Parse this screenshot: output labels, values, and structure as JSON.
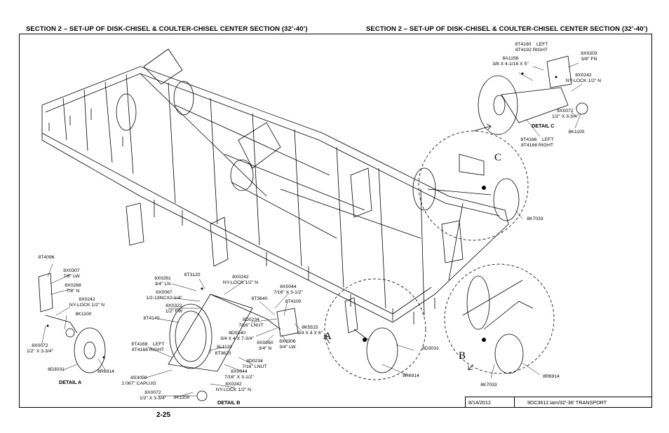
{
  "header": {
    "left_title": "SECTION 2 – SET-UP OF DISK-CHISEL & COULTER-CHISEL CENTER SECTION (32’-40’)",
    "right_title": "SECTION 2 – SET-UP OF DISK-CHISEL & COULTER-CHISEL CENTER SECTION (32’-40’)"
  },
  "details": {
    "a": "DETAIL  A",
    "b": "DETAIL  B",
    "c": "DETAIL  C"
  },
  "callouts": {
    "a": "A",
    "b": "B",
    "c": "C"
  },
  "labels": {
    "c_8t4190": "8T4190    LEFT\n8T4192 RIGHT",
    "c_8a1156": "8A1156\n3/8 X 4-1/16 X 5\"",
    "c_8x0203": "8X0203\n3/8\" FN",
    "c_8x0242": "8X0242\nNY-LOCK 1/2\" N",
    "c_8x0072": "8X0072\n1/2\" X 3-3/4\"",
    "c_8k1100": "8K1100",
    "c_8t4166": "8T4166    LEFT\n8T4168 RIGHT",
    "r_8k7033_top": "8K7033",
    "a_8t4096": "8T4096",
    "a_8x0307": "8X0307\n7/8\" LW",
    "a_8x0268": "8X0268\n7/8\" N",
    "a_8x0242": "8X0242\nNY-LOCK 1/2\" N",
    "a_8k1100": "8K1100",
    "a_8x0072": "8X0072\n1/2\" X 3-3/4\"",
    "a_8d3031": "8D3031",
    "a_8r6914": "8R6914",
    "b_8t3120": "8T3120",
    "b_8x0261": "8X0261\n3/4\" LN",
    "b_8x0067": "8X0067\n1/2-13NCX2-1/4\"",
    "b_8x0322": "8X0322\n1/2\" FW",
    "b_8t4140": "8T4140",
    "b_8x0242_top": "8X0242\nNY-LOCK 1/2\" N",
    "b_8x0044_top": "8X0044\n7/16\" X 3-1/2\"",
    "b_8t3640": "8T3640",
    "b_8t4100": "8T4100",
    "b_8d0234_top": "8D0234\n7/16\" LNUT",
    "b_8d0340": "8D0340\n3/4 X 4 X 7-3/4\"",
    "b_8k5515": "8K5515\n3/4 X 4 X 6\"",
    "b_8x0260": "8X0260\n3/4\" N",
    "b_8x0306": "8X0306\n3/4\" LW",
    "b_8t4168": "8T4168    LEFT\n8T4166 RIGHT",
    "b_8l1110": "8L1110",
    "b_8t3620": "8T3620",
    "b_8d0234_bot": "8D0234\n7/16\" LNUT",
    "b_8x0044_bot": "8X0044\n7/16\" X 3-1/2\"",
    "b_8s3059": "8S3059\n2.067\" CAPLUG",
    "b_8x0242_bot": "8X0242\nNY-LOCK 1/2\" N",
    "b_8x0072": "8X0072\n1/2\" X 3-3/4\"",
    "b_8k1100": "8K1100",
    "r_8d3031": "8D3031",
    "r_8r6914_left": "8R6914",
    "r_8k7033_bot": "8K7033",
    "r_8r6914_right": "8R6914"
  },
  "title_block": {
    "date": "8/14/2012",
    "file": "9DC3612.iam/32'-36' TRANSPORT"
  },
  "page_number": "2-25"
}
